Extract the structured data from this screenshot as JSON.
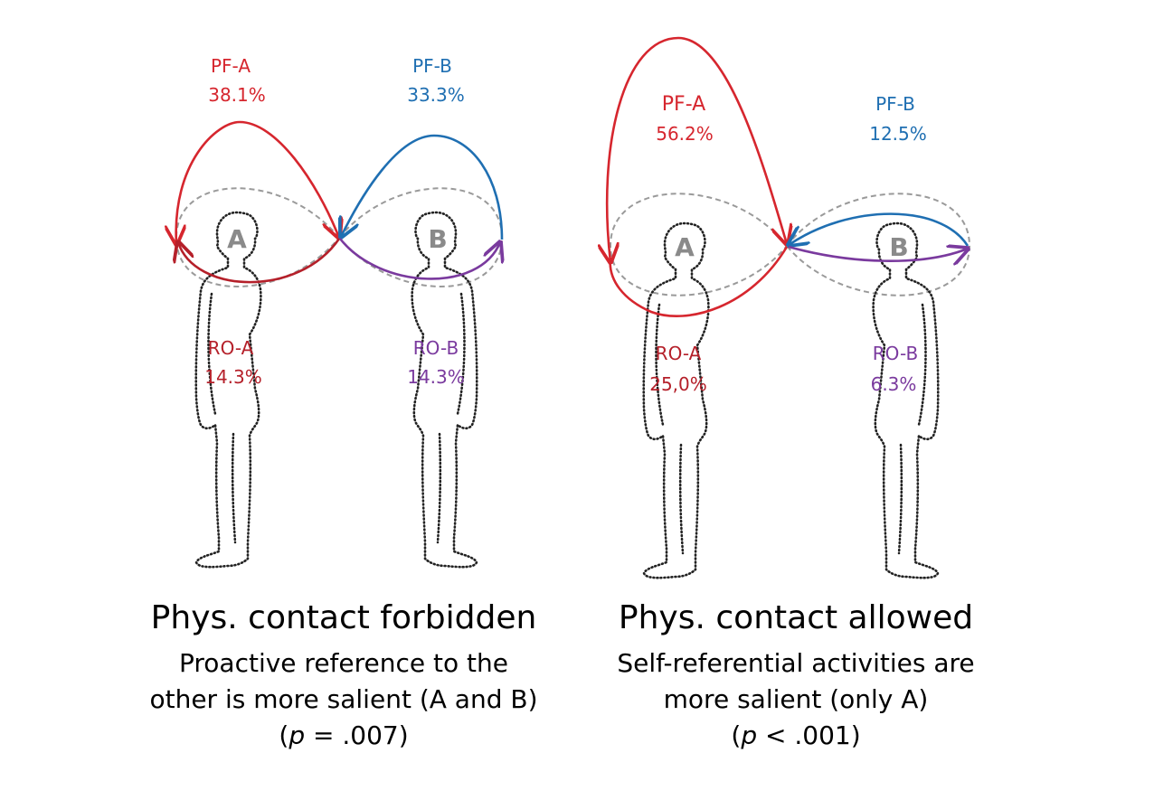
{
  "colors": {
    "red": "#d6262e",
    "darkred": "#b5202a",
    "blue": "#1f6fb2",
    "purple": "#7a3a9e",
    "dashed": "#9a9a9a",
    "person": "#222222",
    "letter": "#8a8a8a"
  },
  "panels": [
    {
      "id": "forbidden",
      "figures": [
        "A",
        "B"
      ],
      "pf_a": {
        "label": "PF-A",
        "value": "38.1%"
      },
      "pf_b": {
        "label": "PF-B",
        "value": "33.3%"
      },
      "ro_a": {
        "label": "RO-A",
        "value": "14.3%"
      },
      "ro_b": {
        "label": "RO-B",
        "value": "14.3%"
      },
      "title": "Phys. contact forbidden",
      "desc_line1": "Proactive reference to the",
      "desc_line2": "other is more salient (A and B)",
      "stat_p": "p",
      "stat_rest": " = .007)"
    },
    {
      "id": "allowed",
      "figures": [
        "A",
        "B"
      ],
      "pf_a": {
        "label": "PF-A",
        "value": "56.2%"
      },
      "pf_b": {
        "label": "PF-B",
        "value": "12.5%"
      },
      "ro_a": {
        "label": "RO-A",
        "value": "25,0%"
      },
      "ro_b": {
        "label": "RO-B",
        "value": "6.3%"
      },
      "title": "Phys. contact allowed",
      "desc_line1": "Self-referential activities are",
      "desc_line2": "more salient (only A)",
      "stat_p": "p",
      "stat_rest": " < .001)"
    }
  ]
}
